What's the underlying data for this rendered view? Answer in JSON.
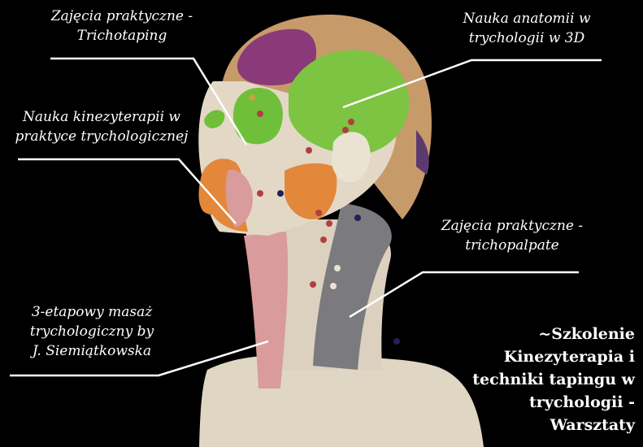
{
  "labels": {
    "trichotaping": {
      "line1": "Zajęcia praktyczne -",
      "line2": "Trichotaping"
    },
    "anatomy": {
      "line1": "Nauka anatomii w",
      "line2": "trychologii w 3D"
    },
    "kinesio": {
      "line1": "Nauka kinezyterapii w",
      "line2": "praktyce trychologicznej"
    },
    "palpate": {
      "line1": "Zajęcia praktyczne -",
      "line2": "trichopalpate"
    },
    "massage": {
      "line1": "3-etapowy masaż",
      "line2": "trychologiczny by",
      "line3": "J. Siemiątkowska"
    }
  },
  "title": {
    "line1": "~Szkolenie",
    "line2": "Kinezyterapia i",
    "line3": "techniki tapingu w",
    "line4": "trychologii -",
    "line5": "Warsztaty"
  },
  "colors": {
    "background": "#000000",
    "text": "#ffffff",
    "bust_base": "#e3d8c6",
    "hair": "#c79a6a",
    "purple": "#8a3a78",
    "green": "#7cc442",
    "orange": "#e3873a",
    "pink": "#d99b9b",
    "gray": "#7b7a7e"
  }
}
